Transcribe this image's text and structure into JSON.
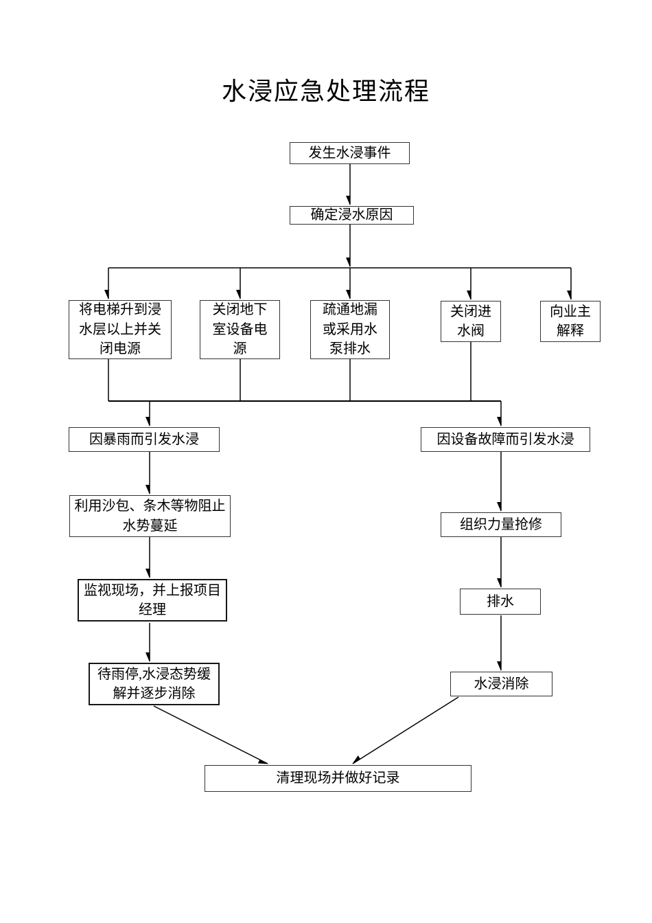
{
  "page": {
    "title": "水浸应急处理流程"
  },
  "flowchart": {
    "nodes": {
      "start": "发生水浸事件",
      "determine_cause": "确定浸水原因",
      "elevator": "将电梯升到浸\n水层以上并关\n闭电源",
      "basement_power": "关闭地下\n室设备电\n源",
      "drain_pump": "疏通地漏\n或采用水\n泵排水",
      "close_valve": "关闭进\n水阀",
      "explain_owner": "向业主\n解释",
      "rainstorm": "因暴雨而引发水浸",
      "equipment_fault": "因设备故障而引发水浸",
      "sandbags": "利用沙包、条木等物阻止\n水势蔓延",
      "monitor_report": "监视现场，并上报项目\n经理",
      "wait_rain_stop": "待雨停,水浸态势缓\n解并逐步消除",
      "organize_repair": "组织力量抢修",
      "drainage": "排水",
      "flood_eliminated": "水浸消除",
      "cleanup_record": "清理现场并做好记录"
    },
    "colors": {
      "background": "#ffffff",
      "line": "#000000",
      "box_border": "#323232",
      "text": "#000000"
    }
  }
}
